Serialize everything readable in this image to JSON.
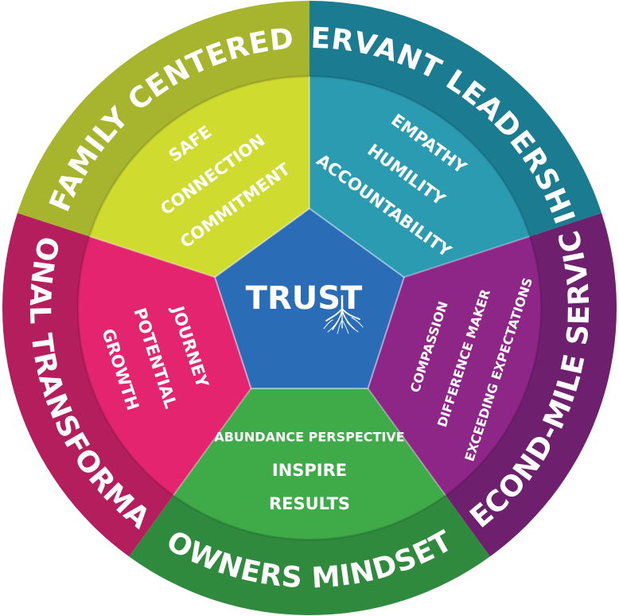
{
  "center": {
    "label": "TRUST",
    "color": "#2a6db6",
    "roots_icon": "tree-roots-icon"
  },
  "segments": [
    {
      "id": "family-centered",
      "outer_label": "FAMILY CENTERED",
      "outer_color": "#a6b42e",
      "inner_color": "#cfdb2f",
      "items": [
        "COMMITMENT",
        "CONNECTION",
        "SAFE"
      ]
    },
    {
      "id": "servant-leadership",
      "outer_label": "SERVANT LEADERSHIP",
      "outer_color": "#1b7b90",
      "inner_color": "#2b9bb1",
      "items": [
        "ACCOUNTABILITY",
        "HUMILITY",
        "EMPATHY"
      ]
    },
    {
      "id": "second-mile-service",
      "outer_label": "SECOND-MILE SERVICE",
      "outer_color": "#6e1f6d",
      "inner_color": "#8e2687",
      "items": [
        "COMPASSION",
        "DIFFERENCE MAKER",
        "EXCEEDING EXPECTATIONS"
      ]
    },
    {
      "id": "owners-mindset",
      "outer_label": "OWNERS MINDSET",
      "outer_color": "#2f8a3e",
      "inner_color": "#3eab48",
      "items": [
        "RESULTS",
        "INSPIRE",
        "ABUNDANCE PERSPECTIVE"
      ]
    },
    {
      "id": "personal-transformation",
      "outer_label": "PERSONAL TRANSFORMATION",
      "outer_color": "#b41e5c",
      "inner_color": "#e52470",
      "items": [
        "JOURNEY",
        "POTENTIAL",
        "GROWTH"
      ]
    }
  ]
}
